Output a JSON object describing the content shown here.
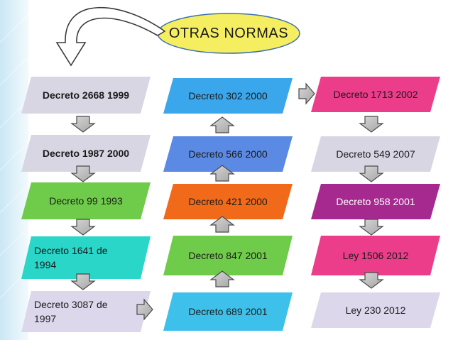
{
  "title": "OTRAS NORMAS",
  "colors": {
    "grey_box": "#d5d2e2",
    "violet": "#a6298f",
    "pink": "#e8287a",
    "lilac": "#ddd7ec",
    "blue": "#5a8ae3",
    "orange": "#f06a1a",
    "green": "#6fcc4a",
    "pink_dark": "#e7357f",
    "arrow": "#b9b9b9",
    "oval": "#f4ee60"
  },
  "columns": {
    "left": [
      {
        "id": "decreto-2668-1999",
        "label": "Decreto 2668 1999",
        "color": "#d9d6e4"
      },
      {
        "id": "decreto-1987-2000",
        "label": "Decreto 1987 2000",
        "color": "#d9d6e4"
      },
      {
        "id": "decreto-99-1993",
        "label": "Decreto 99 1993",
        "color": "#6fcc4a"
      },
      {
        "id": "decreto-1641-1994",
        "label": "Decreto 1641 de\n1994",
        "color": "#29d6c8"
      },
      {
        "id": "decreto-3087-1997",
        "label": "Decreto 3087 de\n1997",
        "color": "#ddd7ec"
      }
    ],
    "middle": [
      {
        "id": "decreto-302-2000",
        "label": "Decreto 302 2000",
        "color": "#3aa6ec"
      },
      {
        "id": "decreto-566-2000",
        "label": "Decreto 566 2000",
        "color": "#5a8ae3"
      },
      {
        "id": "decreto-421-2000",
        "label": "Decreto 421 2000",
        "color": "#f06a1a"
      },
      {
        "id": "decreto-847-2001",
        "label": "Decreto 847 2001",
        "color": "#6fcc4a"
      },
      {
        "id": "decreto-689-2001",
        "label": "Decreto 689 2001",
        "color": "#3dc0ea"
      }
    ],
    "right": [
      {
        "id": "decreto-1713-2002",
        "label": "Decreto 1713 2002",
        "color": "#ec3d8a"
      },
      {
        "id": "decreto-549-2007",
        "label": "Decreto 549 2007",
        "color": "#d9d6e4"
      },
      {
        "id": "decreto-958-2001",
        "label": "Decreto 958 2001",
        "color": "#a6298f"
      },
      {
        "id": "ley-1506-2012",
        "label": "Ley 1506 2012",
        "color": "#ec3d8a"
      },
      {
        "id": "ley-230-2012",
        "label": "Ley 230 2012",
        "color": "#ddd7ec"
      }
    ]
  }
}
